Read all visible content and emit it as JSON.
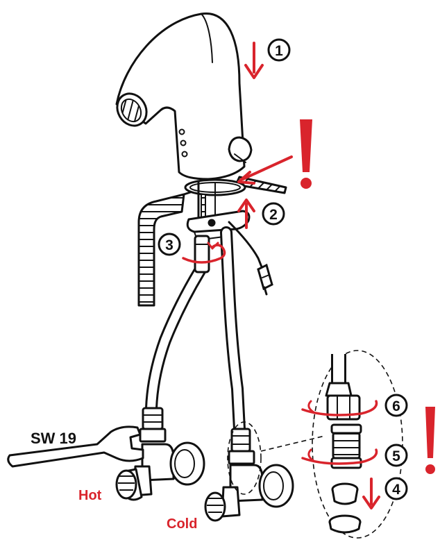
{
  "labels": {
    "wrench": "SW 19",
    "hot": "Hot",
    "cold": "Cold"
  },
  "steps": [
    "1",
    "2",
    "3",
    "4",
    "5",
    "6"
  ],
  "colors": {
    "line": "#111111",
    "accent": "#d9242c",
    "fill": "#ffffff"
  }
}
